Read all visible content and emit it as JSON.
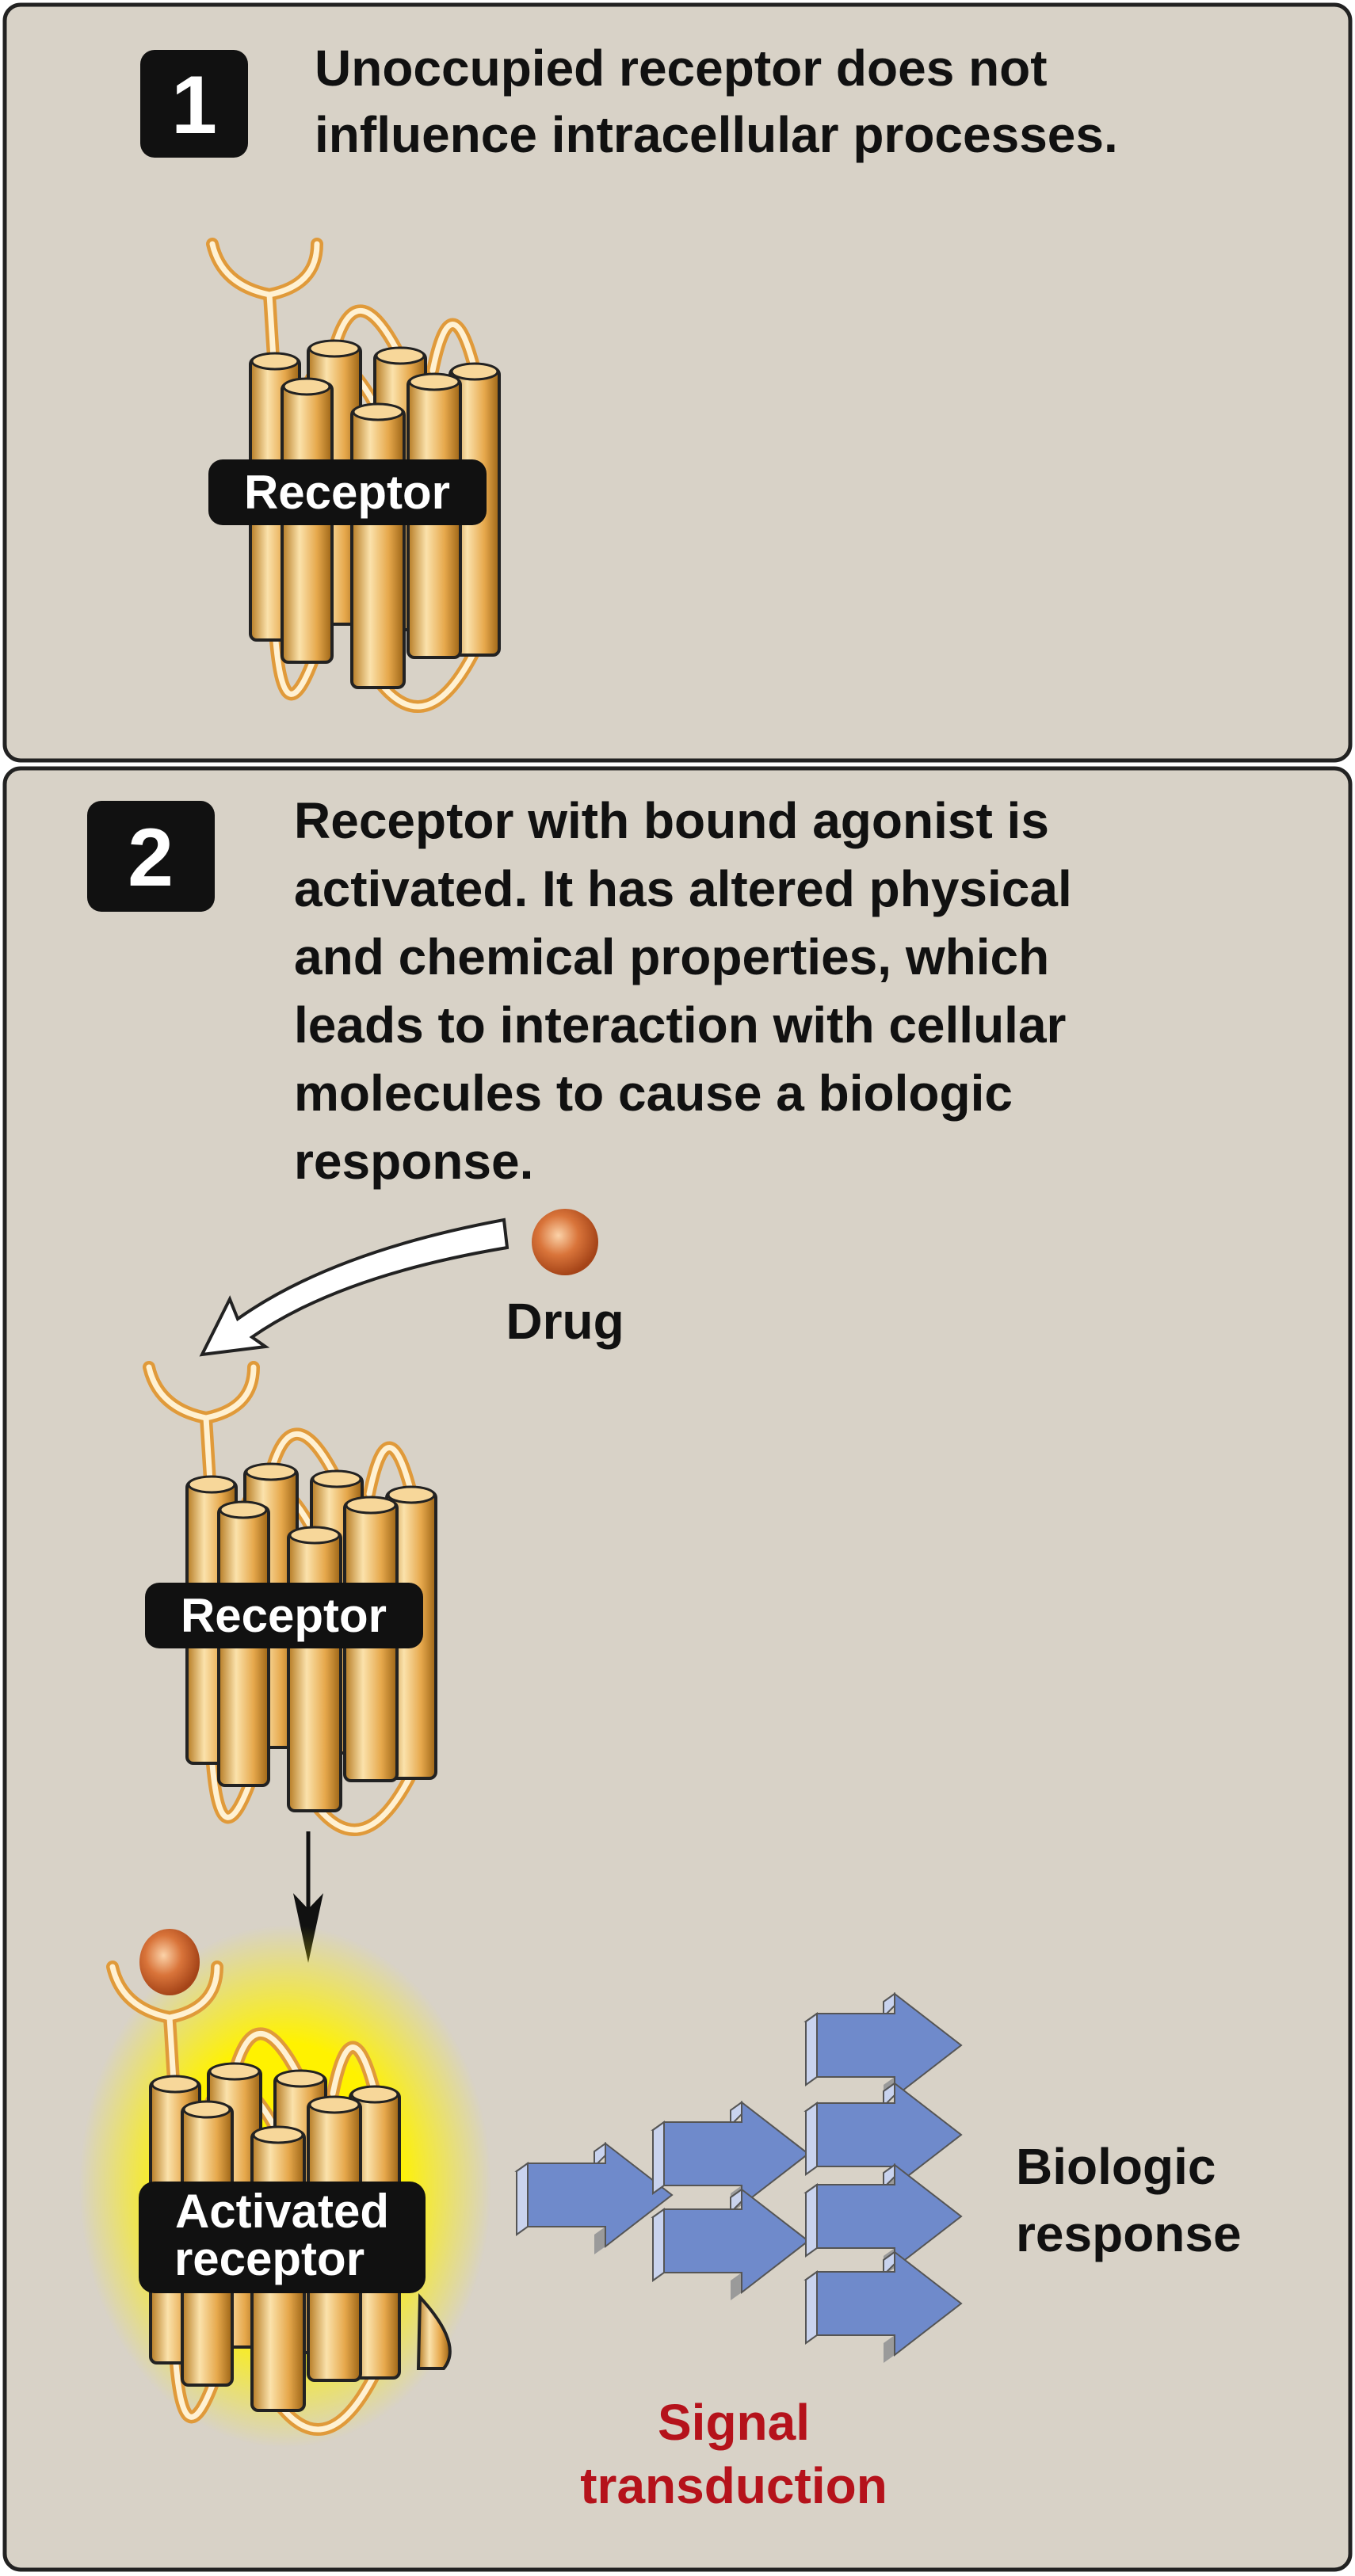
{
  "colors": {
    "panel_bg": "#d8d2c7",
    "receptor": "#e8b05a",
    "drug": "#c8602a",
    "signal_arrow": "#6f8acb",
    "signal_text": "#b5121b",
    "glow": "#fff200"
  },
  "panel1": {
    "step": "1",
    "text_lines": [
      "Unoccupied receptor does not",
      "influence intracellular processes."
    ],
    "receptor_label": "Receptor"
  },
  "panel2": {
    "step": "2",
    "text_lines": [
      "Receptor with bound agonist is",
      "activated. It has altered physical",
      "and chemical properties, which",
      "leads to interaction with cellular",
      "molecules to cause a biologic",
      "response."
    ],
    "drug_label": "Drug",
    "receptor_label": "Receptor",
    "activated_label_lines": [
      "Activated",
      "receptor"
    ],
    "response_lines": [
      "Biologic",
      "response"
    ],
    "signal_lines": [
      "Signal",
      "transduction"
    ]
  }
}
